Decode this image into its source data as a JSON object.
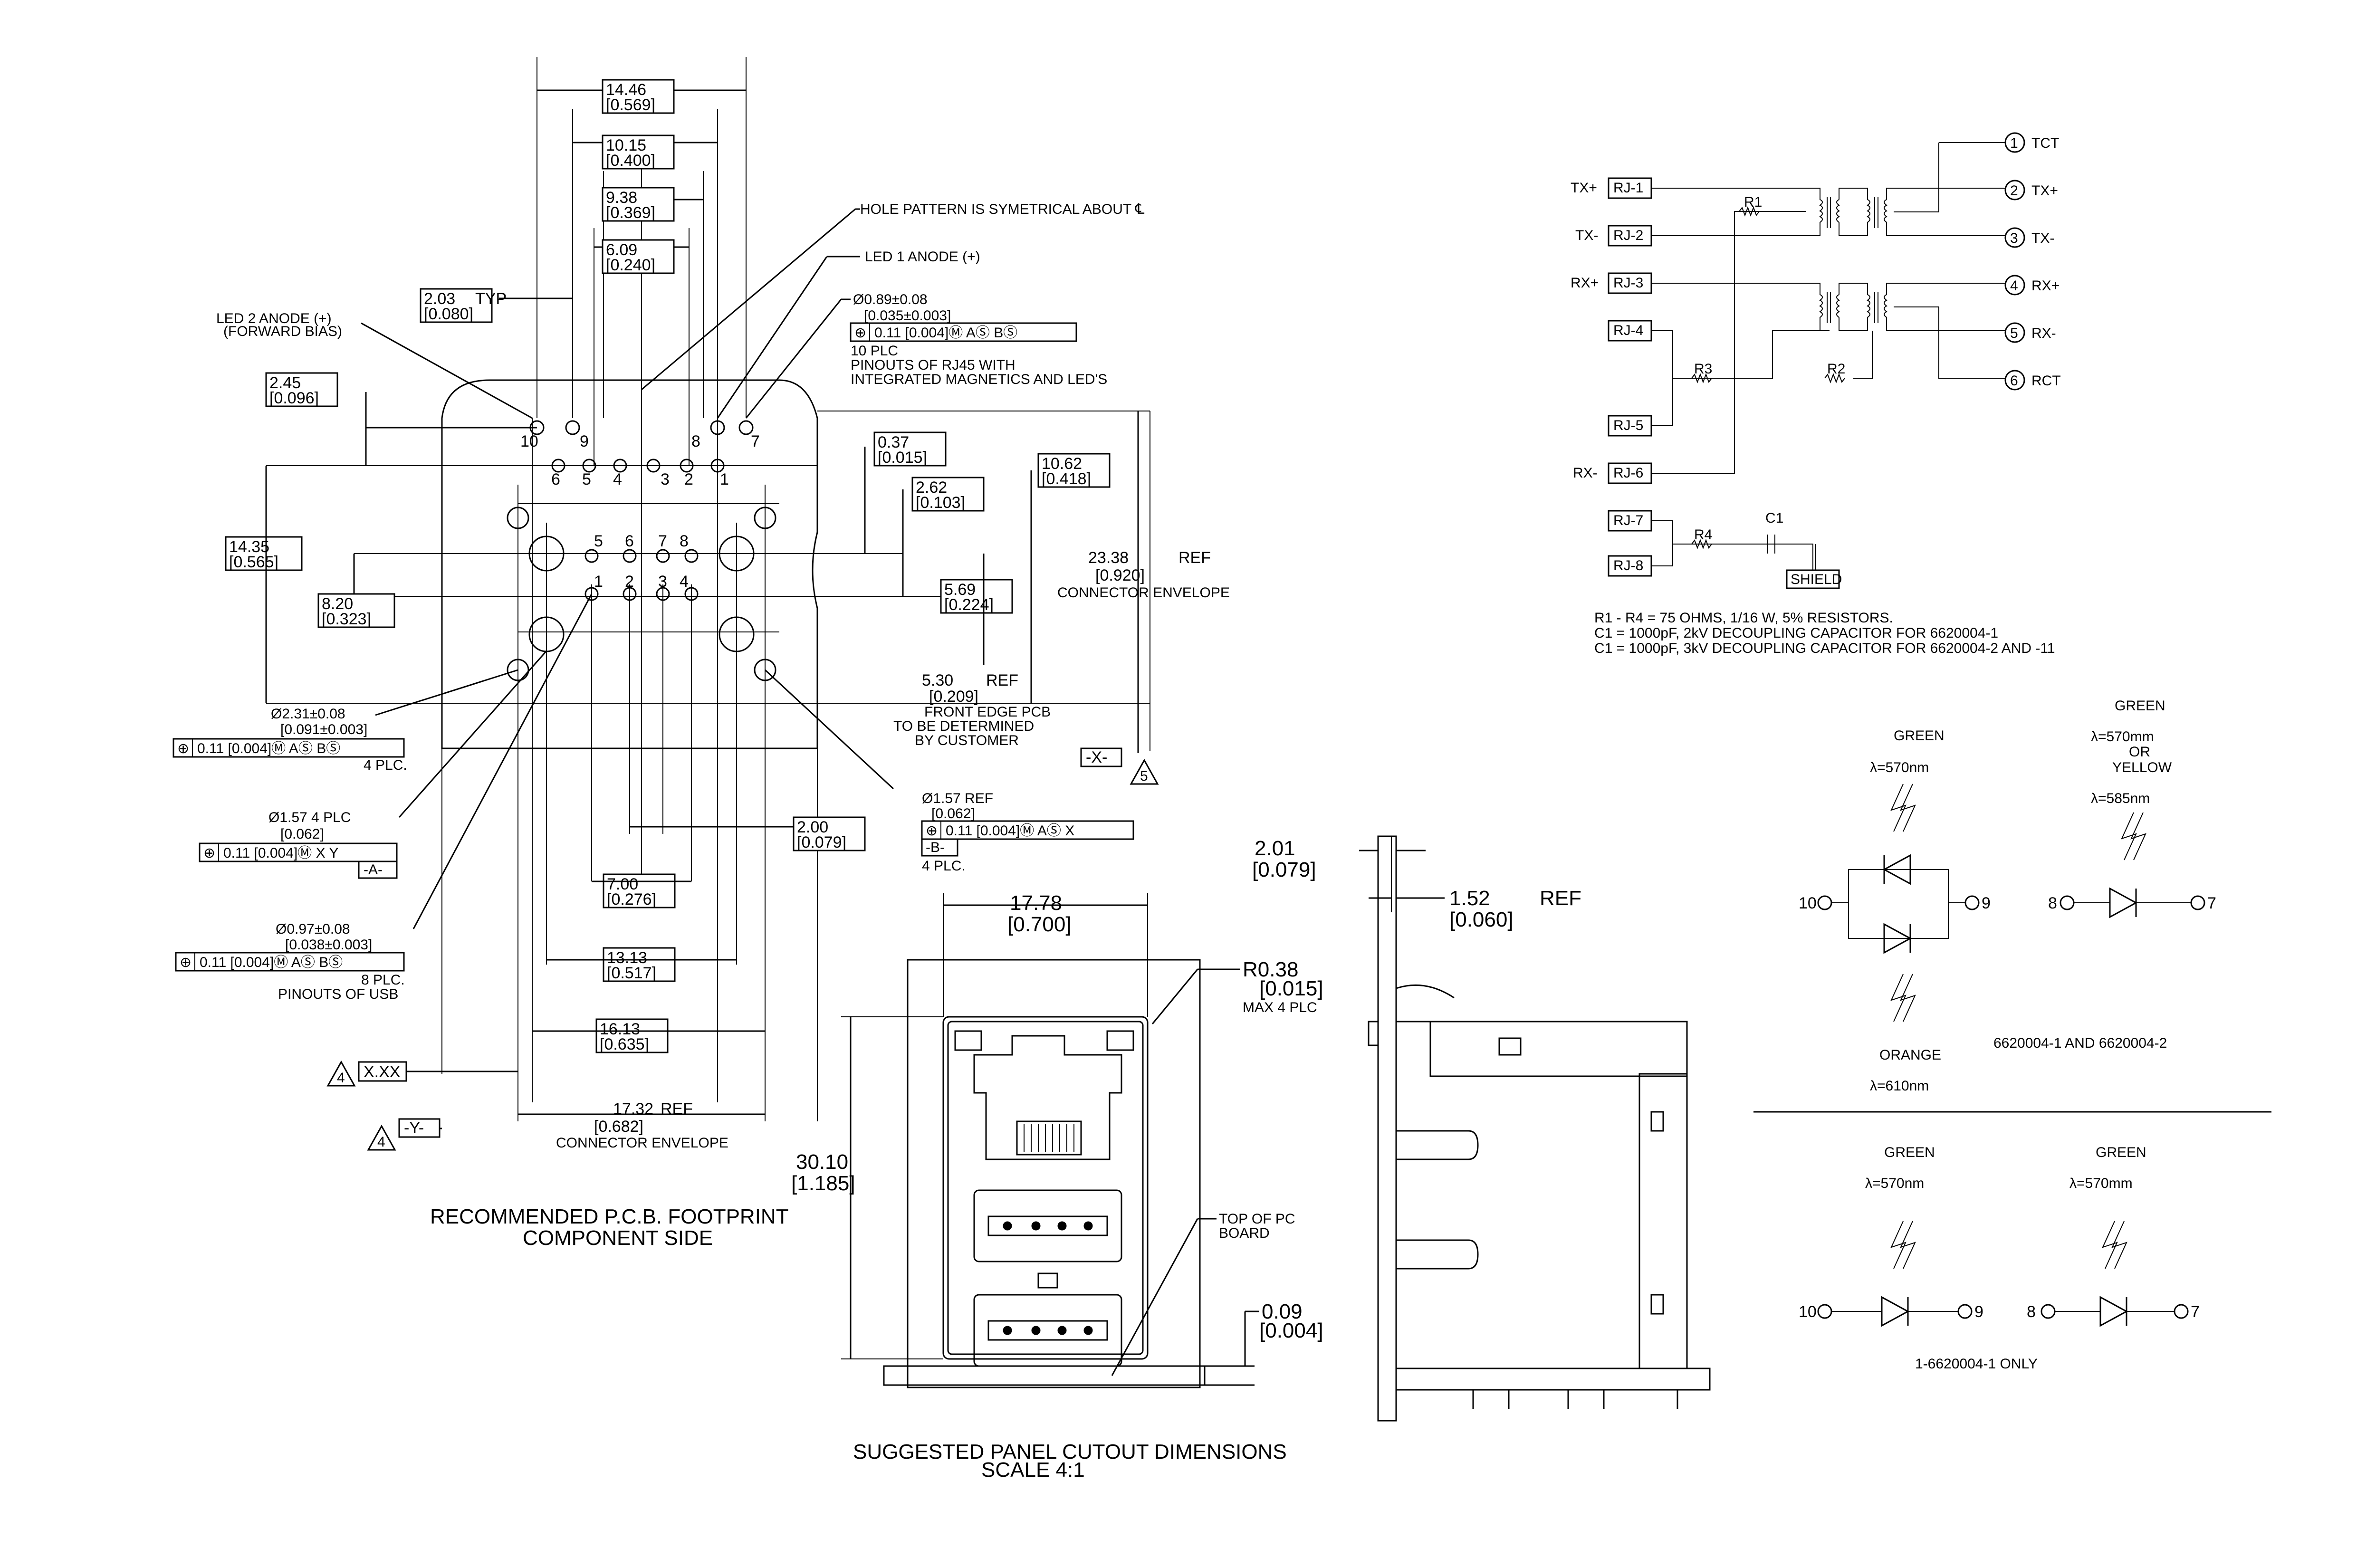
{
  "footprint": {
    "title_line1": "RECOMMENDED P.C.B. FOOTPRINT",
    "title_line2": "COMPONENT SIDE",
    "dims": [
      {
        "mm": "14.46",
        "in": "[0.569]"
      },
      {
        "mm": "10.15",
        "in": "[0.400]"
      },
      {
        "mm": "9.38",
        "in": "[0.369]"
      },
      {
        "mm": "6.09",
        "in": "[0.240]"
      },
      {
        "mm": "2.03",
        "in": "[0.080]",
        "suffix": "TYP"
      },
      {
        "mm": "2.45",
        "in": "[0.096]"
      },
      {
        "mm": "14.35",
        "in": "[0.565]"
      },
      {
        "mm": "8.20",
        "in": "[0.323]"
      },
      {
        "mm": "0.37",
        "in": "[0.015]"
      },
      {
        "mm": "2.62",
        "in": "[0.103]"
      },
      {
        "mm": "10.62",
        "in": "[0.418]"
      },
      {
        "mm": "5.69",
        "in": "[0.224]"
      },
      {
        "mm": "2.00",
        "in": "[0.079]"
      },
      {
        "mm": "7.00",
        "in": "[0.276]"
      },
      {
        "mm": "13.13",
        "in": "[0.517]"
      },
      {
        "mm": "16.13",
        "in": "[0.635]"
      }
    ],
    "envelope_v": {
      "mm": "23.38",
      "suffix": "REF",
      "in": "[0.920]",
      "label": "CONNECTOR ENVELOPE"
    },
    "envelope_h": {
      "mm": "17.32",
      "suffix": "REF",
      "in": "[0.682]",
      "label": "CONNECTOR ENVELOPE"
    },
    "front_edge": {
      "mm": "5.30",
      "suffix": "REF",
      "in": "[0.209]",
      "line1": "FRONT EDGE PCB",
      "line2": "TO BE DETERMINED",
      "line3": "BY CUSTOMER"
    },
    "notes": {
      "hole_pattern": "HOLE PATTERN IS SYMETRICAL ABOUT ℄",
      "led1": "LED 1 ANODE (+)",
      "led2_line1": "LED 2 ANODE (+)",
      "led2_line2": "(FORWARD BIAS)",
      "rj_hole_dia": "Ø0.89±0.08",
      "rj_hole_in": "[0.035±0.003]",
      "rj_hole_fcf": "0.11  [0.004]Ⓜ AⓈ BⓈ",
      "rj_hole_qty": "10 PLC",
      "rj_hole_desc1": "PINOUTS OF RJ45 WITH",
      "rj_hole_desc2": "INTEGRATED MAGNETICS AND LED'S",
      "big_hole_dia": "Ø2.31±0.08",
      "big_hole_in": "[0.091±0.003]",
      "big_hole_fcf": "0.11  [0.004]Ⓜ AⓈ BⓈ",
      "big_hole_qty": "4 PLC.",
      "a_hole_dia": "Ø1.57   4 PLC",
      "a_hole_in": "[0.062]",
      "a_hole_fcf": "0.11  [0.004]Ⓜ X  Y",
      "a_datum": "-A-",
      "b_hole_dia": "Ø1.57     REF",
      "b_hole_in": "[0.062]",
      "b_hole_fcf": "0.11  [0.004]Ⓜ AⓈ  X",
      "b_datum": "-B-",
      "b_qty": "4 PLC.",
      "usb_hole_dia": "Ø0.97±0.08",
      "usb_hole_in": "[0.038±0.003]",
      "usb_hole_fcf": "0.11  [0.004]Ⓜ AⓈ BⓈ",
      "usb_hole_qty": "8 PLC.",
      "usb_hole_desc": "PINOUTS OF USB",
      "x_datum": "-X-",
      "y_datum": "-Y-",
      "xx": "X.XX",
      "flag4": "4",
      "flag5": "5"
    },
    "rj_pins_top": [
      "10",
      "9",
      "8",
      "7"
    ],
    "rj_pins_row": [
      "6",
      "5",
      "4",
      "3",
      "2",
      "1"
    ],
    "usb_pins_top": [
      "5",
      "6",
      "7",
      "8"
    ],
    "usb_pins_bot": [
      "1",
      "2",
      "3",
      "4"
    ]
  },
  "panel": {
    "title_line1": "SUGGESTED PANEL CUTOUT DIMENSIONS",
    "title_line2": "SCALE   4:1",
    "width": {
      "mm": "17.78",
      "in": "[0.700]"
    },
    "height": {
      "mm": "30.10",
      "in": "[1.185]"
    },
    "radius": {
      "mm": "R0.38",
      "in": "[0.015]",
      "qty": "MAX 4 PLC"
    },
    "pcb_note1": "TOP OF PC",
    "pcb_note2": "BOARD",
    "gap": {
      "mm": "0.09",
      "in": "[0.004]"
    }
  },
  "side": {
    "thk1": {
      "mm": "2.01",
      "in": "[0.079]"
    },
    "thk2": {
      "mm": "1.52",
      "suffix": "REF",
      "in": "[0.060]"
    }
  },
  "schematic": {
    "left_labels": [
      "TX+",
      "TX-",
      "RX+",
      "",
      "",
      "RX-",
      "",
      ""
    ],
    "rj_labels": [
      "RJ-1",
      "RJ-2",
      "RJ-3",
      "RJ-4",
      "RJ-5",
      "RJ-6",
      "RJ-7",
      "RJ-8"
    ],
    "right_pins": [
      {
        "num": "1",
        "label": "TCT"
      },
      {
        "num": "2",
        "label": "TX+"
      },
      {
        "num": "3",
        "label": "TX-"
      },
      {
        "num": "4",
        "label": "RX+"
      },
      {
        "num": "5",
        "label": "RX-"
      },
      {
        "num": "6",
        "label": "RCT"
      }
    ],
    "resistors": [
      "R1",
      "R2",
      "R3",
      "R4"
    ],
    "capacitor": "C1",
    "shield": "SHIELD",
    "notes": [
      "R1 - R4 = 75 OHMS, 1/16 W, 5% RESISTORS.",
      "C1 = 1000pF, 2kV DECOUPLING CAPACITOR FOR 6620004-1",
      "C1 = 1000pF, 3kV DECOUPLING CAPACITOR FOR 6620004-2 AND -11"
    ]
  },
  "leds": {
    "top": {
      "green1": "GREEN",
      "wl1": "λ=570nm",
      "orange": "ORANGE",
      "wl_orange": "λ=610nm",
      "green2": "GREEN",
      "wl2": "λ=570mm",
      "or": "OR",
      "yellow": "YELLOW",
      "wl_yellow": "λ=585nm",
      "pins": [
        "10",
        "9",
        "8",
        "7"
      ],
      "caption": "6620004-1 AND 6620004-2"
    },
    "bottom": {
      "green1": "GREEN",
      "wl1": "λ=570nm",
      "green2": "GREEN",
      "wl2": "λ=570mm",
      "pins": [
        "10",
        "9",
        "8",
        "7"
      ],
      "caption": "1-6620004-1 ONLY"
    }
  },
  "colors": {
    "ink": "#000000",
    "paper": "#ffffff"
  }
}
